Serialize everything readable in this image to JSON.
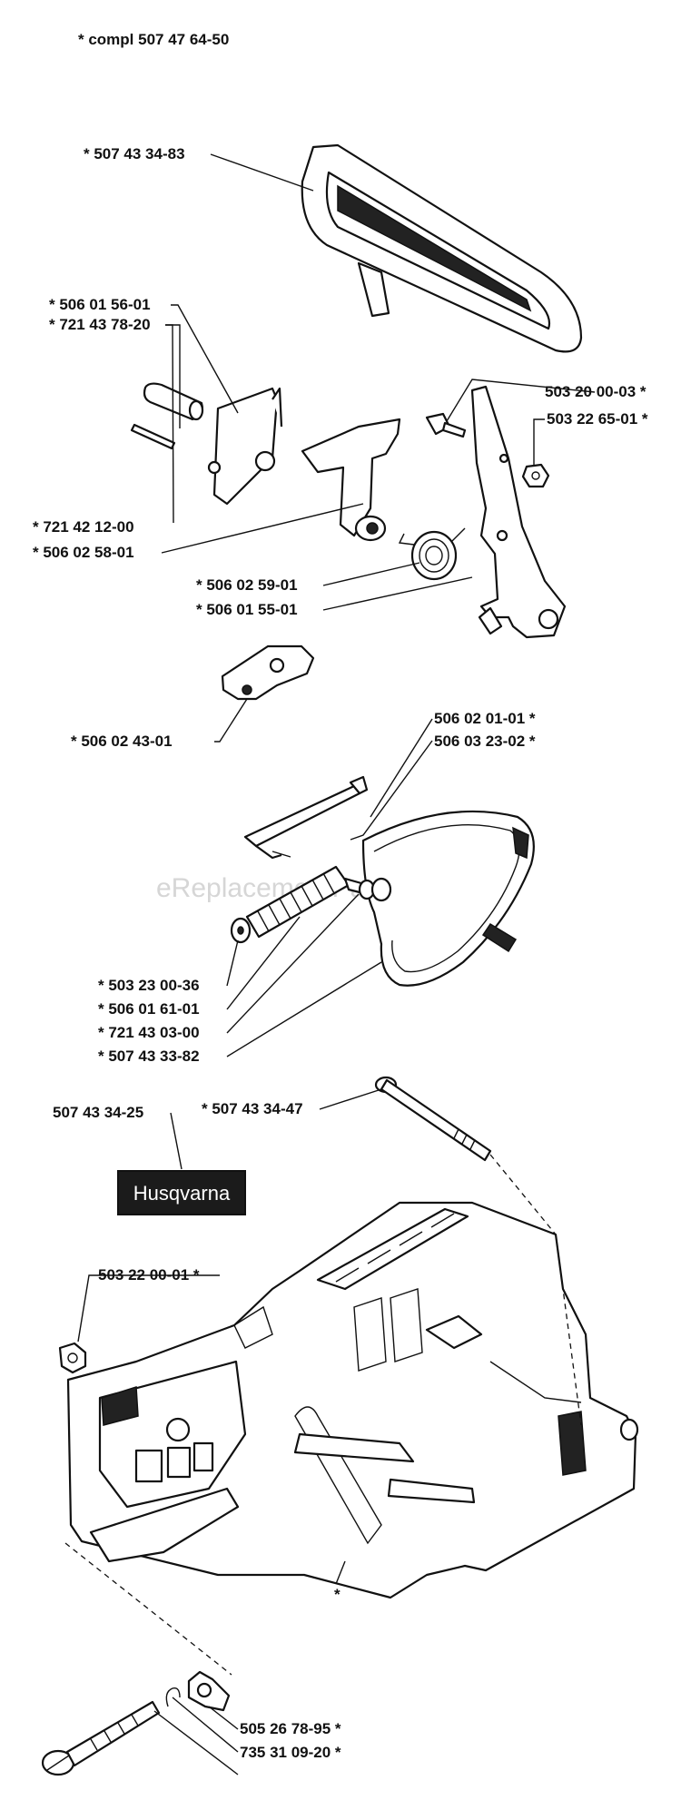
{
  "header": {
    "label": "*  compl 507 47 64-50"
  },
  "watermark": "eReplacementParts.com",
  "logo": {
    "text": "Husqvarna"
  },
  "parts": [
    {
      "id": "p1",
      "text": "*  507 43 34-83"
    },
    {
      "id": "p2",
      "text": "*  506 01 56-01"
    },
    {
      "id": "p3",
      "text": "*  721 43 78-20"
    },
    {
      "id": "p4",
      "text": "503 20 00-03  *"
    },
    {
      "id": "p5",
      "text": "503 22 65-01  *"
    },
    {
      "id": "p6",
      "text": "*  721 42 12-00"
    },
    {
      "id": "p7",
      "text": "*  506 02 58-01"
    },
    {
      "id": "p8",
      "text": "*  506 02 59-01"
    },
    {
      "id": "p9",
      "text": "*  506 01 55-01"
    },
    {
      "id": "p10",
      "text": "*  506 02 43-01"
    },
    {
      "id": "p11",
      "text": "506 02 01-01  *"
    },
    {
      "id": "p12",
      "text": "506 03 23-02  *"
    },
    {
      "id": "p13",
      "text": "*  503 23 00-36"
    },
    {
      "id": "p14",
      "text": "*  506 01 61-01"
    },
    {
      "id": "p15",
      "text": "*  721 43 03-00"
    },
    {
      "id": "p16",
      "text": "*  507 43 33-82"
    },
    {
      "id": "p17",
      "text": "507 43 34-25"
    },
    {
      "id": "p18",
      "text": "*  507 43 34-47"
    },
    {
      "id": "p19",
      "text": "503 22 00-01  *"
    },
    {
      "id": "p20",
      "text": "*"
    },
    {
      "id": "p21",
      "text": "505 26 78-95  *"
    },
    {
      "id": "p22",
      "text": "735 31 09-20  *"
    }
  ]
}
